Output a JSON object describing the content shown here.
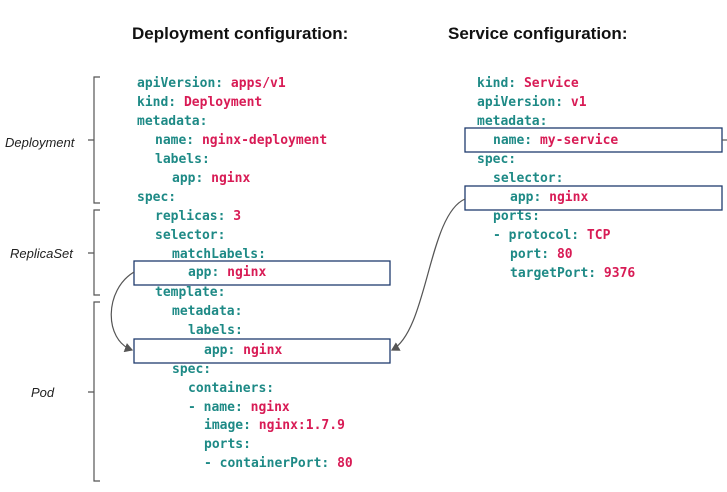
{
  "headings": {
    "deployment": "Deployment configuration:",
    "service": "Service configuration:"
  },
  "side_labels": {
    "deployment": "Deployment",
    "replicaset": "ReplicaSet",
    "pod": "Pod"
  },
  "deployment_yaml": [
    {
      "key": "apiVersion:",
      "value": "apps/v1"
    },
    {
      "key": "kind:",
      "value": "Deployment"
    },
    {
      "key": "metadata:",
      "value": ""
    },
    {
      "key": "name:",
      "value": "nginx-deployment"
    },
    {
      "key": "labels:",
      "value": ""
    },
    {
      "key": "app:",
      "value": "nginx"
    },
    {
      "key": "spec:",
      "value": ""
    },
    {
      "key": "replicas:",
      "value": "3"
    },
    {
      "key": "selector:",
      "value": ""
    },
    {
      "key": "matchLabels:",
      "value": ""
    },
    {
      "key": "app:",
      "value": "nginx"
    },
    {
      "key": "template:",
      "value": ""
    },
    {
      "key": "metadata:",
      "value": ""
    },
    {
      "key": "labels:",
      "value": ""
    },
    {
      "key": "app:",
      "value": "nginx"
    },
    {
      "key": "spec:",
      "value": ""
    },
    {
      "key": "containers:",
      "value": ""
    },
    {
      "key": "- name:",
      "value": "nginx"
    },
    {
      "key": "image:",
      "value": "nginx:1.7.9"
    },
    {
      "key": "ports:",
      "value": ""
    },
    {
      "key": "- containerPort:",
      "value": "80"
    }
  ],
  "service_yaml": [
    {
      "key": "kind:",
      "value": "Service"
    },
    {
      "key": "apiVersion:",
      "value": "v1"
    },
    {
      "key": "metadata:",
      "value": ""
    },
    {
      "key": "name:",
      "value": "my-service"
    },
    {
      "key": "spec:",
      "value": ""
    },
    {
      "key": "selector:",
      "value": ""
    },
    {
      "key": "app:",
      "value": "nginx"
    },
    {
      "key": "ports:",
      "value": ""
    },
    {
      "key": "- protocol:",
      "value": "TCP"
    },
    {
      "key": "port:",
      "value": "80"
    },
    {
      "key": "targetPort:",
      "value": "9376"
    }
  ],
  "colors": {
    "key": "#1e8a86",
    "value": "#d81b55",
    "box_stroke": "#1f3b6e",
    "line": "#555555"
  }
}
